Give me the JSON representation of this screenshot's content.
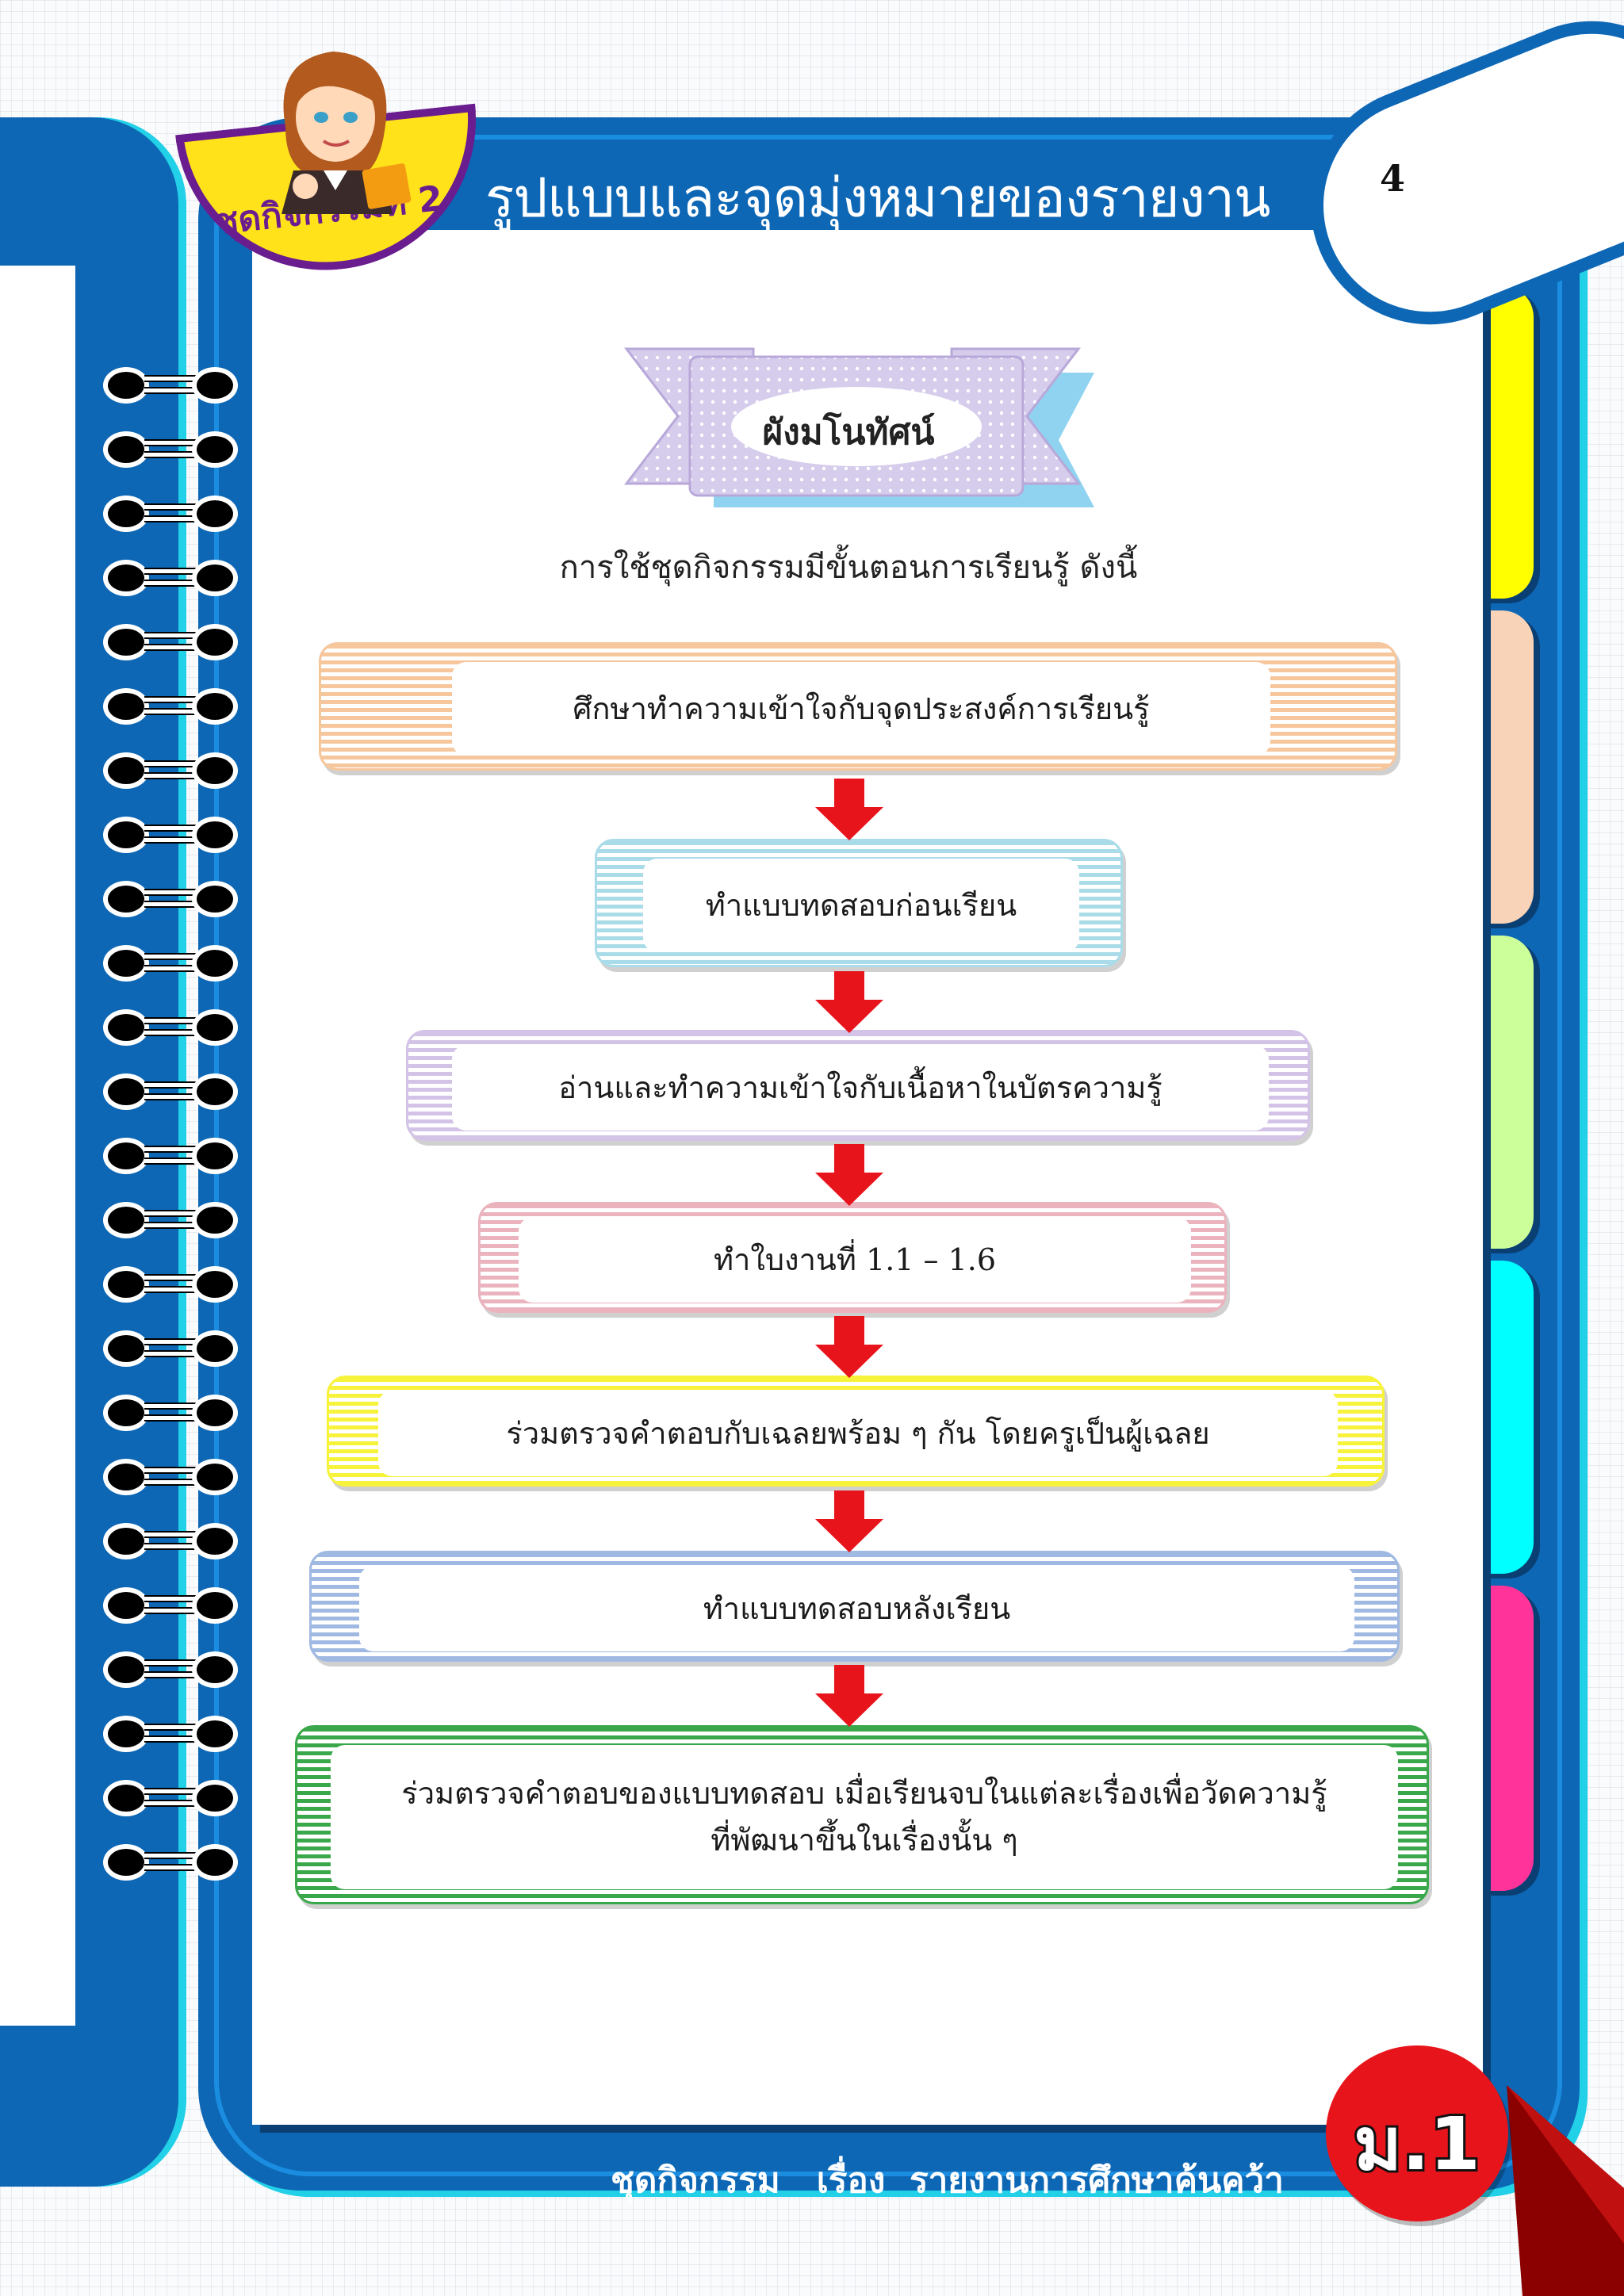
{
  "header": {
    "badge": "ชุดกิจกรรมที่ 2",
    "title": "รูปแบบและจุดมุ่งหมายของรายงาน",
    "page_number": "4"
  },
  "ribbon_label": "ผังมโนทัศน์",
  "intro": "การใช้ชุดกิจกรรมมีขั้นตอนการเรียนรู้ ดังนี้",
  "steps": [
    {
      "text": "ศึกษาทำความเข้าใจกับจุดประสงค์การเรียนรู้",
      "color": "#f6c69c"
    },
    {
      "text": "ทำแบบทดสอบก่อนเรียน",
      "color": "#a9dce8"
    },
    {
      "text": "อ่านและทำความเข้าใจกับเนื้อหาในบัตรความรู้",
      "color": "#d3c3e6"
    },
    {
      "text": "ทำใบงานที่ 1.1 – 1.6",
      "color": "#eab3bd"
    },
    {
      "text": "ร่วมตรวจคำตอบกับเฉลยพร้อม ๆ กัน  โดยครูเป็นผู้เฉลย",
      "color": "#f7f23a"
    },
    {
      "text": "ทำแบบทดสอบหลังเรียน",
      "color": "#9fb9e2"
    },
    {
      "text": "ร่วมตรวจคำตอบของแบบทดสอบ  เมื่อเรียนจบในแต่ละเรื่องเพื่อวัดความรู้",
      "text2": "ที่พัฒนาขึ้นในเรื่องนั้น ๆ",
      "color": "#3aa84a"
    }
  ],
  "footer": {
    "text": "ชุดกิจกรรม   เรื่อง  รายงานการศึกษาค้นคว้า",
    "grade_badge": "ม.1"
  },
  "colors": {
    "frame_blue": "#0d67b5",
    "frame_cyan": "#22d0e8",
    "arrow_red": "#e8141b",
    "tabs": [
      "#ffff00",
      "#f8d3b8",
      "#ccff99",
      "#00ffff",
      "#ff3399"
    ]
  },
  "icons": {
    "mascot": "teacher-avatar-icon",
    "arrow": "red-down-arrow-icon"
  }
}
